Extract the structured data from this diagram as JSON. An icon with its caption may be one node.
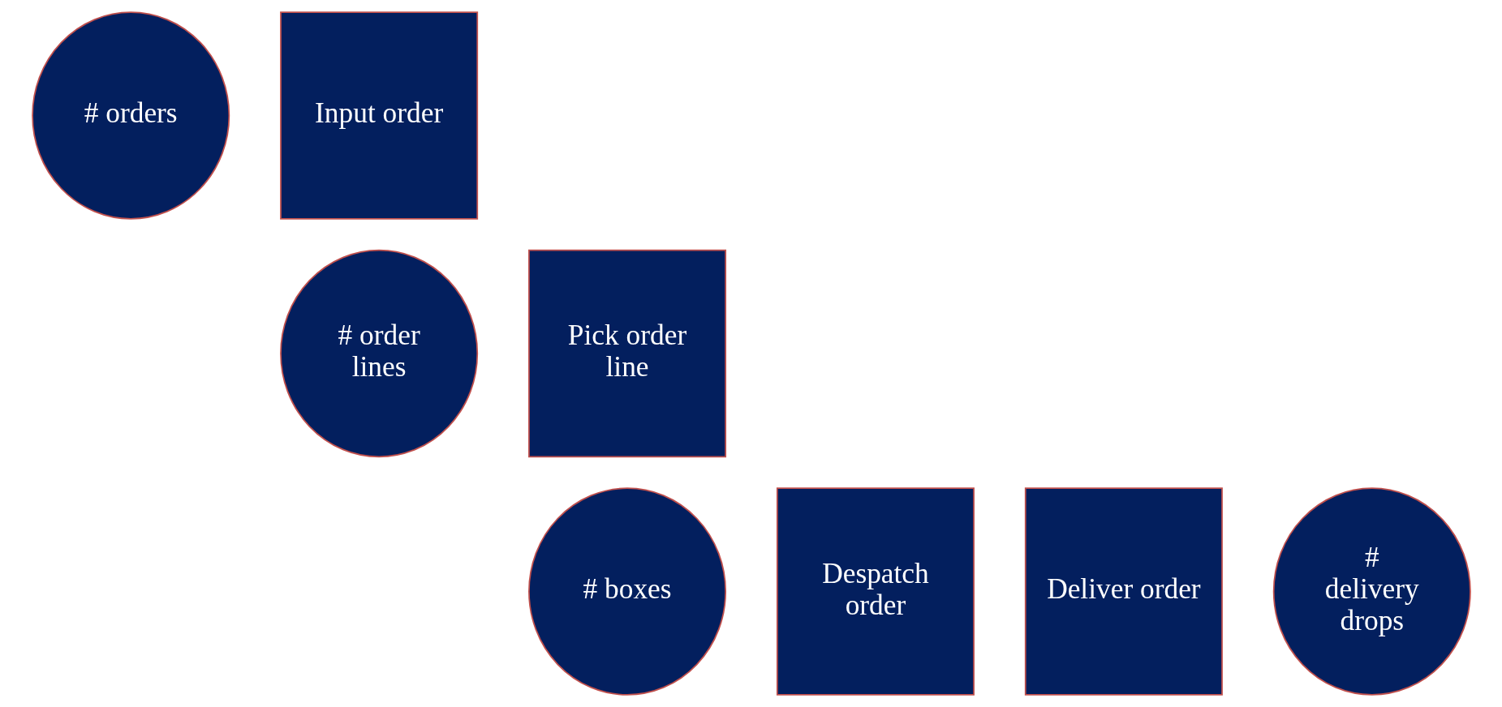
{
  "diagram": {
    "nodes": [
      {
        "text": [
          "# orders"
        ]
      },
      {
        "text": [
          "Input order"
        ]
      },
      {
        "text": [
          "# order lines"
        ]
      },
      {
        "text": [
          "Pick order line"
        ]
      },
      {
        "text": [
          "# boxes"
        ]
      },
      {
        "text": [
          "Despatch order"
        ]
      },
      {
        "text": [
          "Deliver order"
        ]
      },
      {
        "text": [
          "# delivery drops"
        ]
      }
    ],
    "edges": []
  }
}
